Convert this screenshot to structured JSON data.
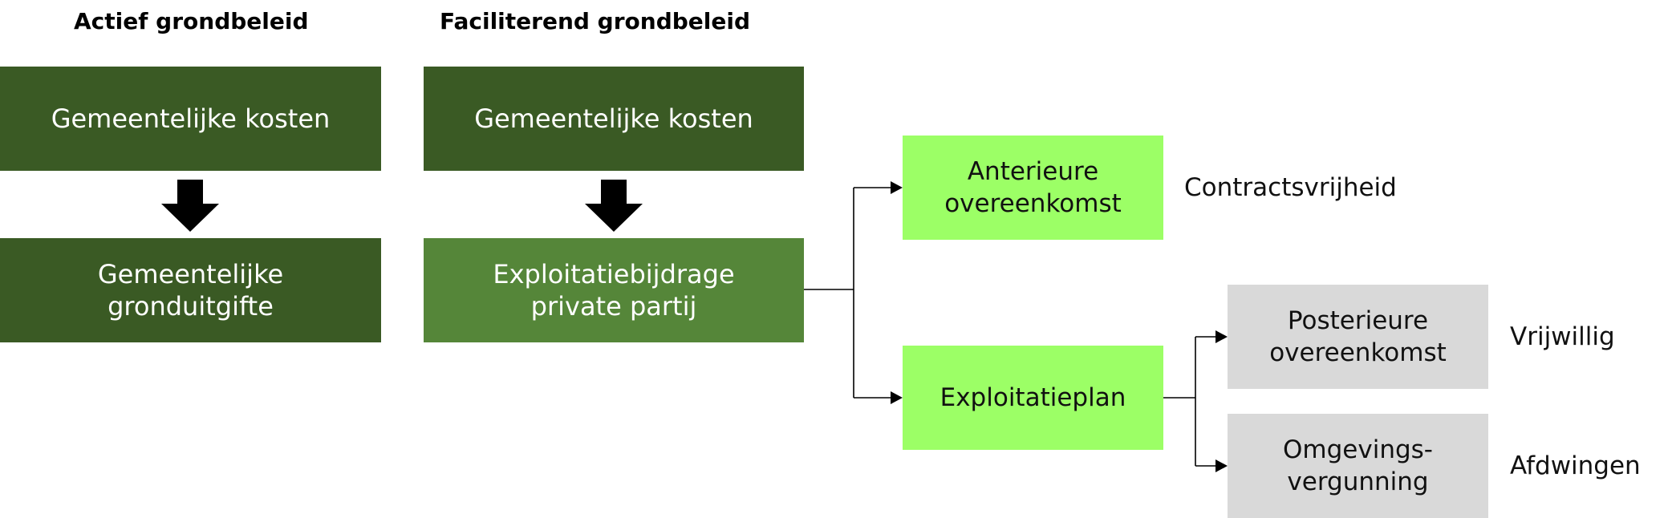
{
  "headings": {
    "actief": "Actief grondbeleid",
    "faciliterend": "Faciliterend grondbeleid"
  },
  "actief": {
    "top": "Gemeentelijke kosten",
    "bottom_line1": "Gemeentelijke",
    "bottom_line2": "gronduitgifte"
  },
  "faciliterend": {
    "top": "Gemeentelijke kosten",
    "bottom_line1": "Exploitatiebijdrage",
    "bottom_line2": "private partij"
  },
  "branches": {
    "anterieure_line1": "Anterieure",
    "anterieure_line2": "overeenkomst",
    "exploitatieplan": "Exploitatieplan",
    "posterieure_line1": "Posterieure",
    "posterieure_line2": "overeenkomst",
    "omgevings_line1": "Omgevings-",
    "omgevings_line2": "vergunning"
  },
  "side_labels": {
    "contractsvrijheid": "Contractsvrijheid",
    "vrijwillig": "Vrijwillig",
    "afdwingen": "Afdwingen"
  },
  "colors": {
    "dark_green": "#3a5a24",
    "mid_green": "#558639",
    "lime": "#9cff66",
    "grey": "#d9d9d9"
  }
}
